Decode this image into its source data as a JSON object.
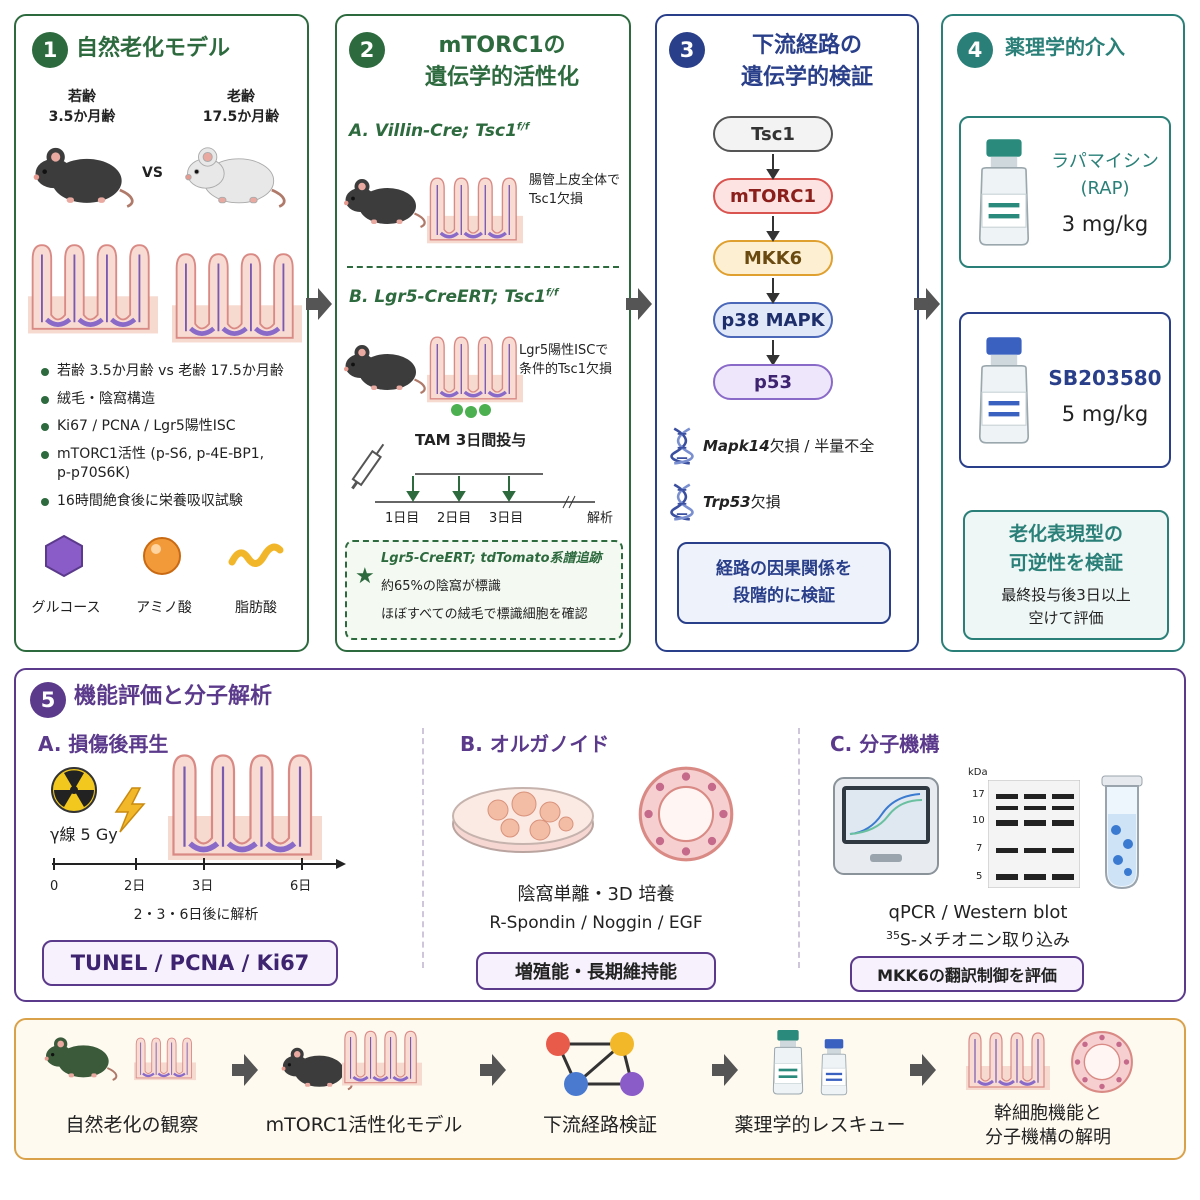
{
  "panel1": {
    "num": "1",
    "title": "自然老化モデル",
    "young": "若齢\n3.5か月齢",
    "old": "老齢\n17.5か月齢",
    "vs": "VS",
    "bullets": [
      "若齢 3.5か月齢 vs 老齢 17.5か月齢",
      "絨毛・陰窩構造",
      "Ki67 / PCNA / Lgr5陽性ISC",
      "mTORC1活性 (p-S6, p-4E-BP1,\n        p-p70S6K)",
      "16時間絶食後に栄養吸収試験"
    ],
    "nutrients": [
      "グルコース",
      "アミノ酸",
      "脂肪酸"
    ]
  },
  "panel2": {
    "num": "2",
    "title": "mTORC1の\n遺伝学的活性化",
    "a_label": "A.",
    "a_model": "Villin-Cre; Tsc1",
    "a_sup": "f/f",
    "a_desc": "腸管上皮全体で\nTsc1欠損",
    "b_label": "B.",
    "b_model": "Lgr5-CreERT; Tsc1",
    "b_sup": "f/f",
    "b_desc": "Lgr5陽性ISCで\n条件的Tsc1欠損",
    "tam": "TAM 3日間投与",
    "days": [
      "1日目",
      "2日目",
      "3日目"
    ],
    "analysis": "解析",
    "trace_title": "Lgr5-CreERT; tdTomato系譜追跡",
    "trace_l1": "約65%の陰窩が標識",
    "trace_l2": "ほぼすべての絨毛で標識細胞を確認"
  },
  "panel3": {
    "num": "3",
    "title": "下流経路の\n遺伝学的検証",
    "nodes": [
      "Tsc1",
      "mTORC1",
      "MKK6",
      "p38 MAPK",
      "p53"
    ],
    "g1_italic": "Mapk14",
    "g1_rest": "欠損 / 半量不全",
    "g2_italic": "Trp53",
    "g2_rest": "欠損",
    "box": "経路の因果関係を\n段階的に検証"
  },
  "panel4": {
    "num": "4",
    "title": "薬理学的介入",
    "drug1_name": "ラパマイシン\n(RAP)",
    "drug1_dose": "3 mg/kg",
    "drug2_name": "SB203580",
    "drug2_dose": "5 mg/kg",
    "rev_title": "老化表現型の\n可逆性を検証",
    "rev_desc": "最終投与後3日以上\n空けて評価"
  },
  "panel5": {
    "num": "5",
    "title": "機能評価と分子解析",
    "a_title": "A. 損傷後再生",
    "a_gamma": "γ線 5 Gy",
    "a_ticks": [
      "0",
      "2日",
      "3日",
      "6日"
    ],
    "a_note": "2・3・6日後に解析",
    "a_box": "TUNEL / PCNA / Ki67",
    "b_title": "B. オルガノイド",
    "b_l1": "陰窩単離・3D 培養",
    "b_l2": "R-Spondin / Noggin / EGF",
    "b_box": "増殖能・長期維持能",
    "c_title": "C. 分子機構",
    "c_kda": "kDa",
    "c_marks": [
      "17",
      "10",
      "7",
      "5"
    ],
    "c_l1": "qPCR / Western blot",
    "c_l2_sup": "35",
    "c_l2": "S-メチオニン取り込み",
    "c_box": "MKK6の翻訳制御を評価"
  },
  "summary": {
    "steps": [
      "自然老化の観察",
      "mTORC1活性化モデル",
      "下流経路検証",
      "薬理学的レスキュー",
      "幹細胞機能と\n分子機構の解明"
    ]
  },
  "colors": {
    "green": "#2d6a3e",
    "blue": "#2a3f8a",
    "teal": "#2a8078",
    "purple": "#5b3a8c",
    "orange": "#d9a24a"
  }
}
